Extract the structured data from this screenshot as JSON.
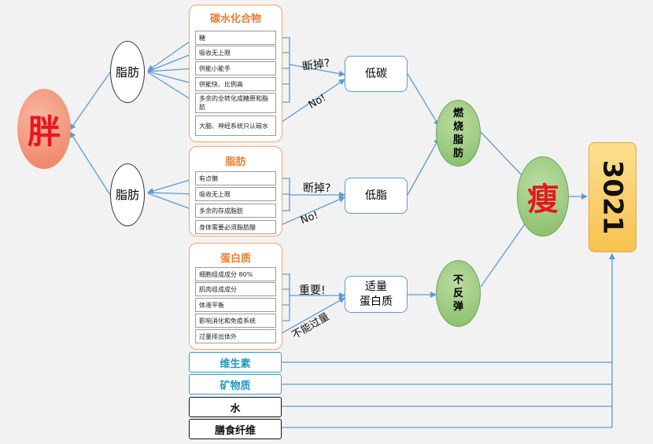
{
  "fat": "胖",
  "fat_source_1": "脂肪",
  "fat_source_2": "脂肪",
  "carb": {
    "title": "碳水化合物",
    "items": [
      "糖",
      "吸收无上限",
      "供能小能手",
      "供能快、比例高",
      "多余的全转化成糖原和脂肪",
      "大脑、神经系统只认碳水"
    ]
  },
  "lipid": {
    "title": "脂肪",
    "items": [
      "有点懒",
      "吸收无上限",
      "多余的存成脂肪",
      "身体需要必须脂肪酸"
    ]
  },
  "protein": {
    "title": "蛋白质",
    "items": [
      "细胞组成成分 80%",
      "肌肉组成成分",
      "体液平衡",
      "影响消化和免疫系统",
      "过量排出体外"
    ]
  },
  "labels": {
    "cut1": "断掉?",
    "no1": "No!",
    "cut2": "断掉?",
    "no2": "No!",
    "important": "重要!",
    "not_excess": "不能过量"
  },
  "low_carb": "低碳",
  "low_fat": "低脂",
  "protein_node": "适量\n蛋白质",
  "burn_fat": "燃烧脂肪",
  "no_rebound": "不反弹",
  "thin": "瘦",
  "result": "3021",
  "others": [
    "维生素",
    "矿物质",
    "水",
    "膳食纤维"
  ],
  "colors": {
    "line": "#5b9bd5",
    "fat_text": "#e8171f",
    "orange_title": "#ef7b2d",
    "cyan": "#1c98c4"
  }
}
